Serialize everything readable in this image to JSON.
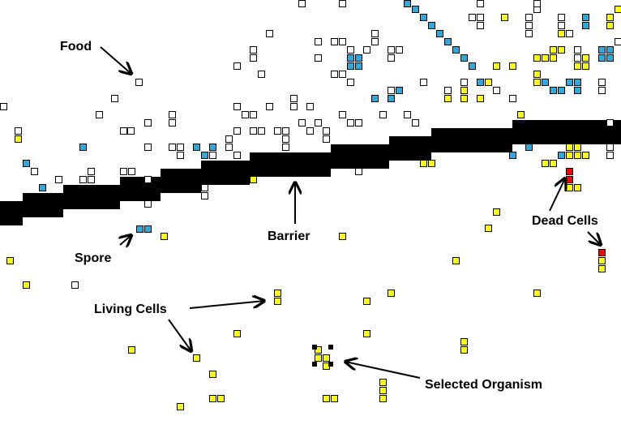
{
  "labels": {
    "food": "Food",
    "spore": "Spore",
    "barrier": "Barrier",
    "living_cells": "Living Cells",
    "dead_cells": "Dead Cells",
    "selected_organism": "Selected Organism"
  },
  "colors": {
    "food": "#ffffff",
    "spore": "#29abe2",
    "living": "#ffff00",
    "dead": "#ff0000",
    "barrier": "#000000",
    "outline": "#000000"
  }
}
